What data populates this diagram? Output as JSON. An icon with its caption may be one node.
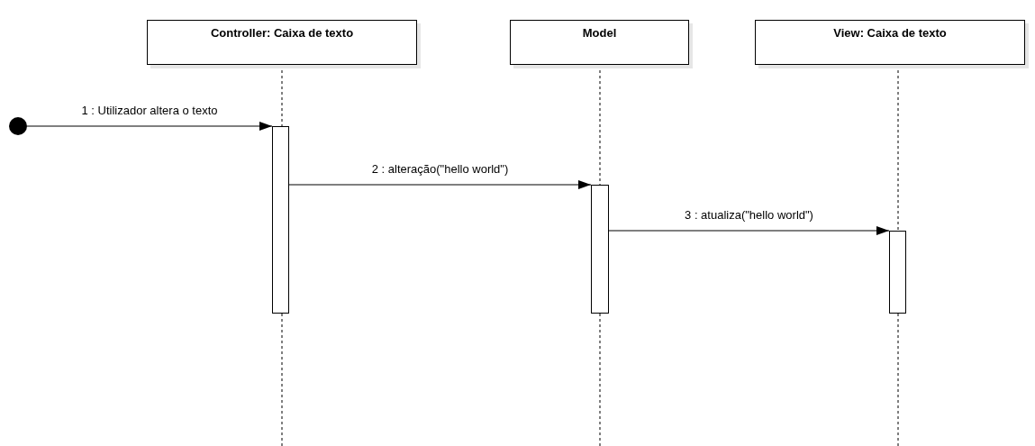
{
  "diagram": {
    "nodes": [
      {
        "text": [
          "Controller: Caixa de texto"
        ]
      },
      {
        "text": [
          "Model"
        ]
      },
      {
        "text": [
          "View: Caixa de texto"
        ]
      },
      {
        "text": [],
        "shape": "circle"
      },
      {
        "text": [],
        "shape": "bar"
      },
      {
        "text": [],
        "shape": "bar"
      },
      {
        "text": [],
        "shape": "bar"
      }
    ],
    "edges": [
      {
        "from": 3,
        "to": 4,
        "arrow": "to",
        "label": "1 : Utilizador altera o texto"
      },
      {
        "from": 4,
        "to": 5,
        "arrow": "to",
        "label": "2 : alteração(\"hello world\")"
      },
      {
        "from": 5,
        "to": 6,
        "arrow": "to",
        "label": "3 : atualiza(\"hello world\")"
      }
    ]
  }
}
